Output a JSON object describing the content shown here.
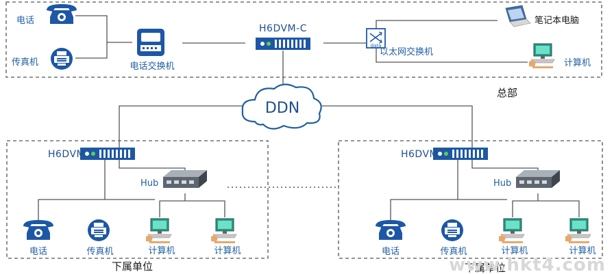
{
  "diagram": {
    "headquarters": {
      "label": "总部",
      "phone_label": "电话",
      "fax_label": "传真机",
      "pbx_label": "电话交换机",
      "gateway_label": "H6DVM-C",
      "switch_label": "以太网交换机",
      "switch_icon_text": "data",
      "laptop_label": "笔记本电脑",
      "computer_label": "计算机"
    },
    "network": {
      "label": "DDN"
    },
    "branch_left": {
      "label": "下属单位",
      "gateway_label": "H6DVM",
      "hub_label": "Hub",
      "phone_label": "电话",
      "fax_label": "传真机",
      "computer1_label": "计算机",
      "computer2_label": "计算机"
    },
    "branch_right": {
      "label": "下属单位",
      "gateway_label": "H6DVM",
      "hub_label": "Hub",
      "phone_label": "电话",
      "fax_label": "传真机",
      "computer1_label": "计算机",
      "computer2_label": "计算机"
    },
    "watermark": "www.hkt4.com"
  },
  "colors": {
    "device_blue": "#1d57a6",
    "text_blue": "#1f4f8f",
    "monitor_green": "#1aa18c",
    "hand_orange": "#e8a86a"
  }
}
